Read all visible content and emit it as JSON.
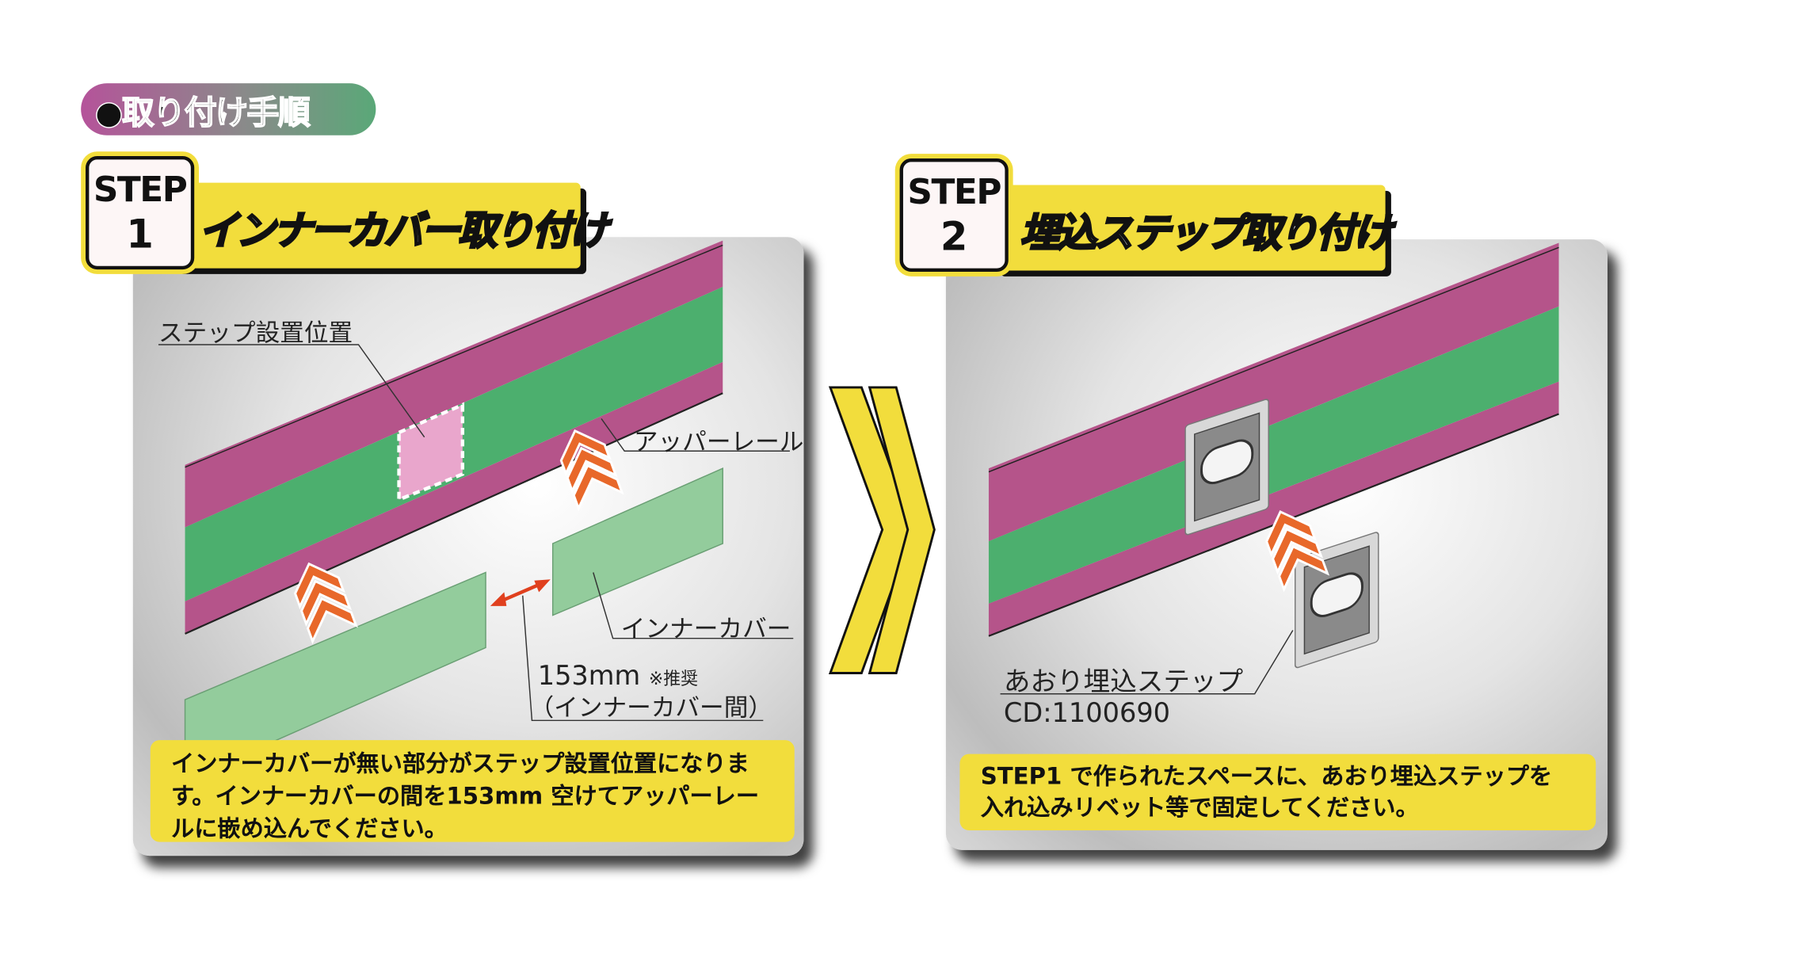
{
  "header": {
    "title": "●取り付け手順"
  },
  "step1": {
    "step_word": "STEP",
    "step_number": "1",
    "title": "インナーカバー取り付け",
    "labels": {
      "step_position": "ステップ設置位置",
      "upper_rail": "アッパーレール",
      "inner_cover": "インナーカバー",
      "gap": "153mm",
      "gap_note": "※推奨",
      "gap_sub": "（インナーカバー間）"
    },
    "caption": "インナーカバーが無い部分がステップ設置位置になります。インナーカバーの間を153mm 空けてアッパーレールに嵌め込んでください。"
  },
  "step2": {
    "step_word": "STEP",
    "step_number": "2",
    "title": "埋込ステップ取り付け",
    "labels": {
      "product_name": "あおり埋込ステップ",
      "product_code": "CD:1100690"
    },
    "caption": "STEP1 で作られたスペースに、あおり埋込ステップを入れ込みリベット等で固定してください。"
  },
  "colors": {
    "yellow": "#f2dd3c",
    "magenta": "#b5548a",
    "green": "#4caf6e",
    "cover_green": "#93cc9c",
    "orange": "#e8682a"
  }
}
